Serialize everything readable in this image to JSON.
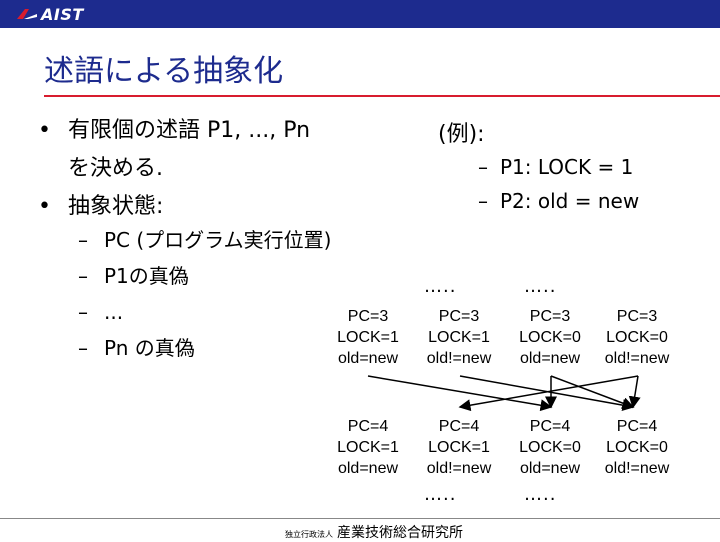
{
  "header": {
    "logo_text": "AIST"
  },
  "title": "述語による抽象化",
  "bullets": [
    "有限個の述語 P1, ..., Pn",
    "を決める.",
    "抽象状態:"
  ],
  "sub_items": [
    "PC (プログラム実行位置)",
    "P1の真偽",
    "...",
    "Pn の真偽"
  ],
  "example": {
    "heading": "(例):",
    "items": [
      "P1: LOCK = 1",
      "P2: old = new"
    ]
  },
  "dots": "…..",
  "states_row1": [
    {
      "pc": "PC=3",
      "lock": "LOCK=1",
      "old": "old=new"
    },
    {
      "pc": "PC=3",
      "lock": "LOCK=1",
      "old": "old!=new"
    },
    {
      "pc": "PC=3",
      "lock": "LOCK=0",
      "old": "old=new"
    },
    {
      "pc": "PC=3",
      "lock": "LOCK=0",
      "old": "old!=new"
    }
  ],
  "states_row2": [
    {
      "pc": "PC=4",
      "lock": "LOCK=1",
      "old": "old=new"
    },
    {
      "pc": "PC=4",
      "lock": "LOCK=1",
      "old": "old!=new"
    },
    {
      "pc": "PC=4",
      "lock": "LOCK=0",
      "old": "old=new"
    },
    {
      "pc": "PC=4",
      "lock": "LOCK=0",
      "old": "old!=new"
    }
  ],
  "footer": {
    "small": "独立行政法人",
    "main": "産業技術総合研究所"
  },
  "colors": {
    "brand_bar": "#1d2b8e",
    "title": "#1d2b8e",
    "rule": "#d81c2e"
  }
}
